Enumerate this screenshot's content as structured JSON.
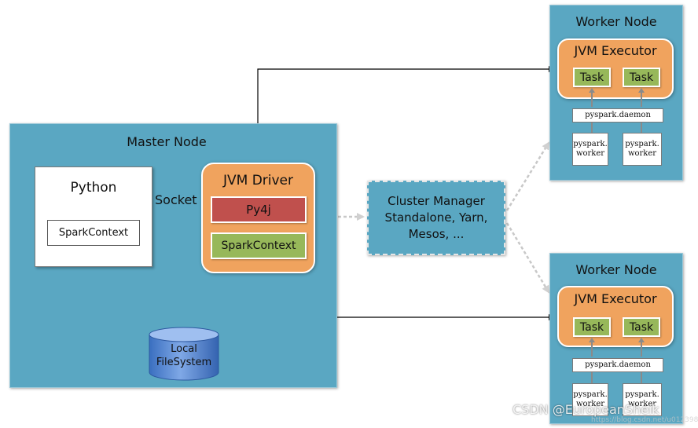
{
  "master": {
    "title": "Master Node",
    "python_label": "Python",
    "spark_context_label": "SparkContext",
    "socket_label": "Socket",
    "jvm_driver_label": "JVM Driver",
    "py4j_label": "Py4j",
    "driver_spark_context_label": "SparkContext",
    "local_fs_line1": "Local",
    "local_fs_line2": "FileSystem"
  },
  "cluster_manager": {
    "line1": "Cluster Manager",
    "line2": "Standalone, Yarn,",
    "line3": "Mesos, ..."
  },
  "workers": [
    {
      "title": "Worker Node",
      "executor_label": "JVM Executor",
      "tasks": [
        "Task",
        "Task"
      ],
      "daemon_label": "pyspark.daemon",
      "worker_line1": "pyspark.",
      "worker_line2": "worker"
    },
    {
      "title": "Worker Node",
      "executor_label": "JVM Executor",
      "tasks": [
        "Task",
        "Task"
      ],
      "daemon_label": "pyspark.daemon",
      "worker_line1": "pyspark.",
      "worker_line2": "worker"
    }
  ],
  "watermark": {
    "text": "CSDN @EuropeanSheik",
    "faint_url": "https://blog.csdn.net/u012398"
  },
  "colors": {
    "teal": "#5aa7c2",
    "orange": "#f0a35e",
    "green": "#97b85a",
    "red": "#c0504d",
    "cylinder": "#4a7fd0"
  }
}
